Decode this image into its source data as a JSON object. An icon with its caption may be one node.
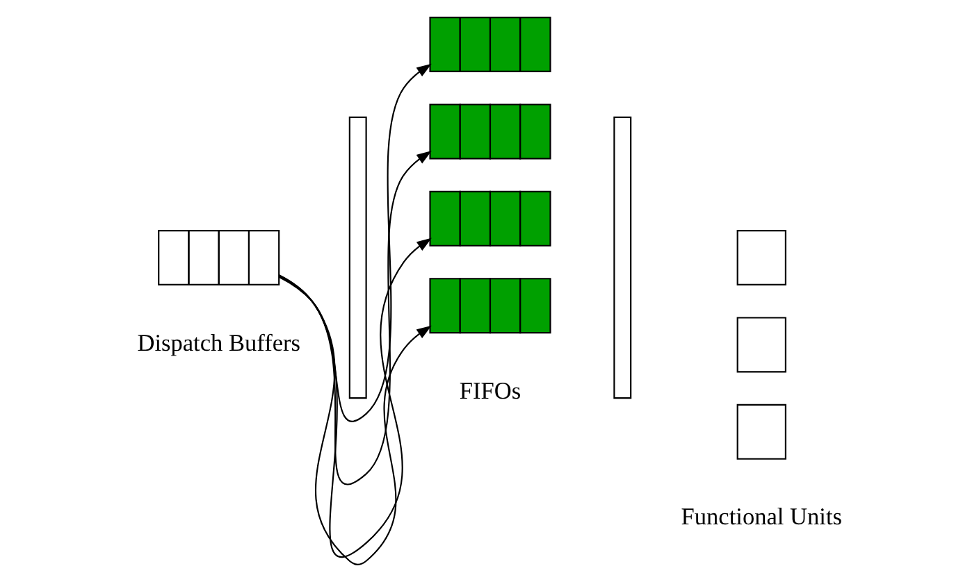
{
  "diagram": {
    "nodes": [
      {
        "text": [],
        "shape": "box"
      },
      {
        "text": [],
        "shape": "bar"
      },
      {
        "text": [],
        "shape": "box"
      },
      {
        "text": [],
        "shape": "box"
      },
      {
        "text": [],
        "shape": "box"
      },
      {
        "text": [],
        "shape": "box"
      },
      {
        "text": [],
        "shape": "bar"
      },
      {
        "text": [],
        "shape": "box"
      },
      {
        "text": [],
        "shape": "box"
      },
      {
        "text": [],
        "shape": "box"
      }
    ],
    "edges": [
      {
        "from": 0,
        "to": 2,
        "arrow": "to"
      },
      {
        "from": 0,
        "to": 3,
        "arrow": "to"
      },
      {
        "from": 0,
        "to": 4,
        "arrow": "to"
      },
      {
        "from": 0,
        "to": 5,
        "arrow": "to"
      }
    ],
    "labels": [
      "Dispatch Buffers",
      "FIFOs",
      "Functional Units"
    ]
  }
}
